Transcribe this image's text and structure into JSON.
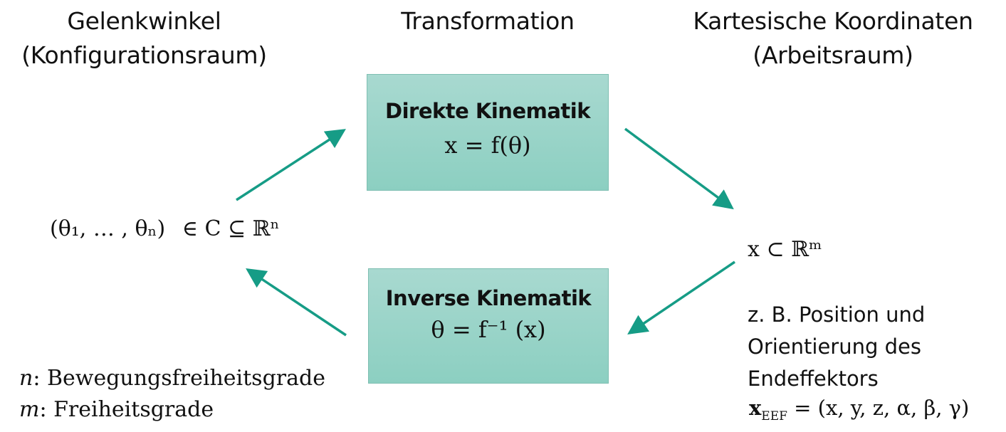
{
  "headers": {
    "left": [
      "Gelenkwinkel",
      "(Konfigurationsraum)"
    ],
    "center": "Transformation",
    "right": [
      "Kartesische Koordinaten",
      "(Arbeitsraum)"
    ]
  },
  "boxes": {
    "direct": {
      "title": "Direkte Kinematik",
      "formula": "x = f(θ)"
    },
    "inverse": {
      "title": "Inverse Kinematik",
      "formula": "θ = f⁻¹ (x)"
    }
  },
  "config_space": {
    "tuple": "(θ₁, … , θₙ)",
    "relation": "∈ C ⊆ ℝⁿ"
  },
  "work_space": {
    "vector": "x ⊂ ℝᵐ",
    "description": [
      "z. B. Position und",
      "Orientierung des",
      "Endeffektors"
    ],
    "eef_symbol": "x",
    "eef_subscript": "EEF",
    "eef_formula": "= (x, y, z, α, β, γ)"
  },
  "legend": [
    {
      "symbol": "n",
      "text": ": Bewegungsfreiheitsgrade"
    },
    {
      "symbol": "m",
      "text": ": Freiheitsgrade"
    }
  ],
  "colors": {
    "arrow": "#169c86",
    "box_top": "#a8d9d0",
    "box_bottom": "#8ccfc1"
  }
}
